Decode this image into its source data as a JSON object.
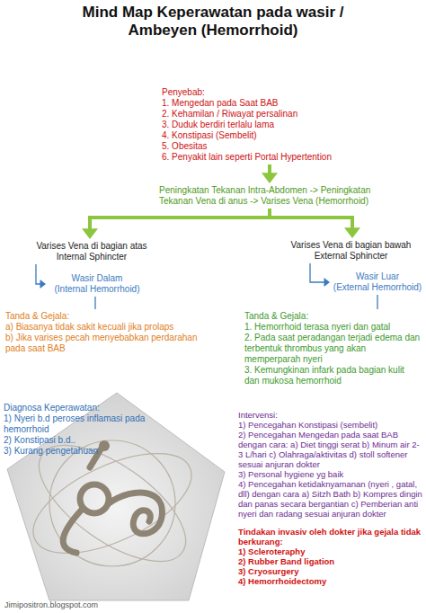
{
  "diagram": {
    "title": "Mind Map Keperawatan pada wasir / Ambeyen (Hemorrhoid)",
    "nodes": [
      {
        "text": [
          "Penyebab:",
          "1. Mengedan pada Saat BAB",
          "2. Kehamilan / Riwayat persalinan",
          "3. Duduk berdiri terlalu lama",
          "4. Konstipasi (Sembelit)",
          "5. Obesitas",
          "6. Penyakit lain seperti Portal Hypertention"
        ]
      },
      {
        "text": [
          "Peningkatan Tekanan Intra-Abdomen -> Peningkatan Tekanan Vena di anus -> Varises Vena (Hemorrhoid)"
        ]
      },
      {
        "text": [
          "Varises Vena di bagian atas Internal Sphincter"
        ]
      },
      {
        "text": [
          "Varises Vena di bagian bawah External Sphincter"
        ]
      },
      {
        "text": [
          "Wasir Dalam",
          "(Internal Hemorrhoid)"
        ]
      },
      {
        "text": [
          "Wasir Luar",
          "(External Hemorrhoid)"
        ]
      },
      {
        "text": [
          "Tanda & Gejala:",
          "a) Biasanya tidak sakit kecuali jika prolaps",
          "b) Jika varises pecah menyebabkan  perdarahan pada saat BAB"
        ]
      },
      {
        "text": [
          "Tanda & Gejala:",
          "1. Hemorrhoid terasa nyeri dan gatal",
          "2. Pada saat peradangan  terjadi edema dan terbentuk thrombus yang akan memperparah nyeri",
          "3. Kemungkinan infark  pada bagian kulit dan mukosa hemorrhoid"
        ]
      },
      {
        "text": [
          "Diagnosa Keperawatan:",
          "1) Nyeri  b.d peroses inflamasi pada hemorrhoid",
          "2) Konstipasi b.d..",
          "3) Kurang pengetahuan"
        ]
      },
      {
        "text": [
          "Intervensi:",
          "1) Pencegahan Konstipasi (sembelit)",
          "2) Pencegahan Mengedan pada saat BAB dengan cara: a) Diet tinggi serat b) Minum air 2-3 L/hari c) Olahraga/aktivitas d) stoll softener sesuai anjuran dokter",
          "3) Personal hygiene yg baik",
          "4) Pencegahan ketidaknyamanan (nyeri , gatal, dll) dengan cara a) Sitzh Bath b) Kompres dingin dan panas secara bergantian c) Pemberian anti nyeri dan radang sesuai anjuran dokter"
        ]
      },
      {
        "text": [
          "Tindakan invasiv oleh dokter jika gejala tidak berkurang:",
          "1) Scleroteraphy",
          "2) Rubber Band ligation",
          "3) Cryosurgery",
          "4) Hemorrhoidectomy"
        ]
      }
    ],
    "edges": [
      {
        "from": 0,
        "to": 1,
        "arrow": "to"
      },
      {
        "from": 1,
        "to": 2,
        "arrow": "to"
      },
      {
        "from": 1,
        "to": 3,
        "arrow": "to"
      },
      {
        "from": 2,
        "to": 4,
        "arrow": "to"
      },
      {
        "from": 3,
        "to": 5,
        "arrow": "to"
      },
      {
        "from": 4,
        "to": 6,
        "arrow": "none"
      },
      {
        "from": 5,
        "to": 7,
        "arrow": "none"
      }
    ],
    "labels": [
      "Jimipositron.blogspot.com"
    ]
  }
}
